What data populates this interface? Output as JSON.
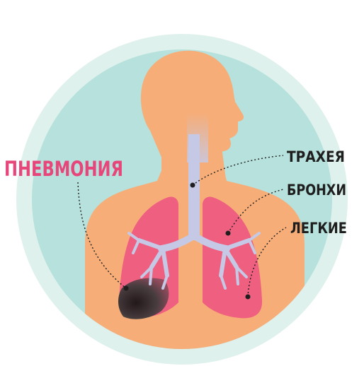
{
  "labels": {
    "pneumonia": "ПНЕВМОНИЯ",
    "trachea": "ТРАХЕЯ",
    "bronchi": "БРОНХИ",
    "lungs": "ЛЕГКИЕ"
  },
  "colors": {
    "outer_ring": "#dff1ec",
    "background": "#b6e1dc",
    "body": "#f6ad78",
    "lung": "#ee5f80",
    "airway": "#c5c9e6",
    "pneumonia_text": "#e7467a",
    "label_text": "#1e1e1e",
    "lesion": "#2a2a2a"
  }
}
